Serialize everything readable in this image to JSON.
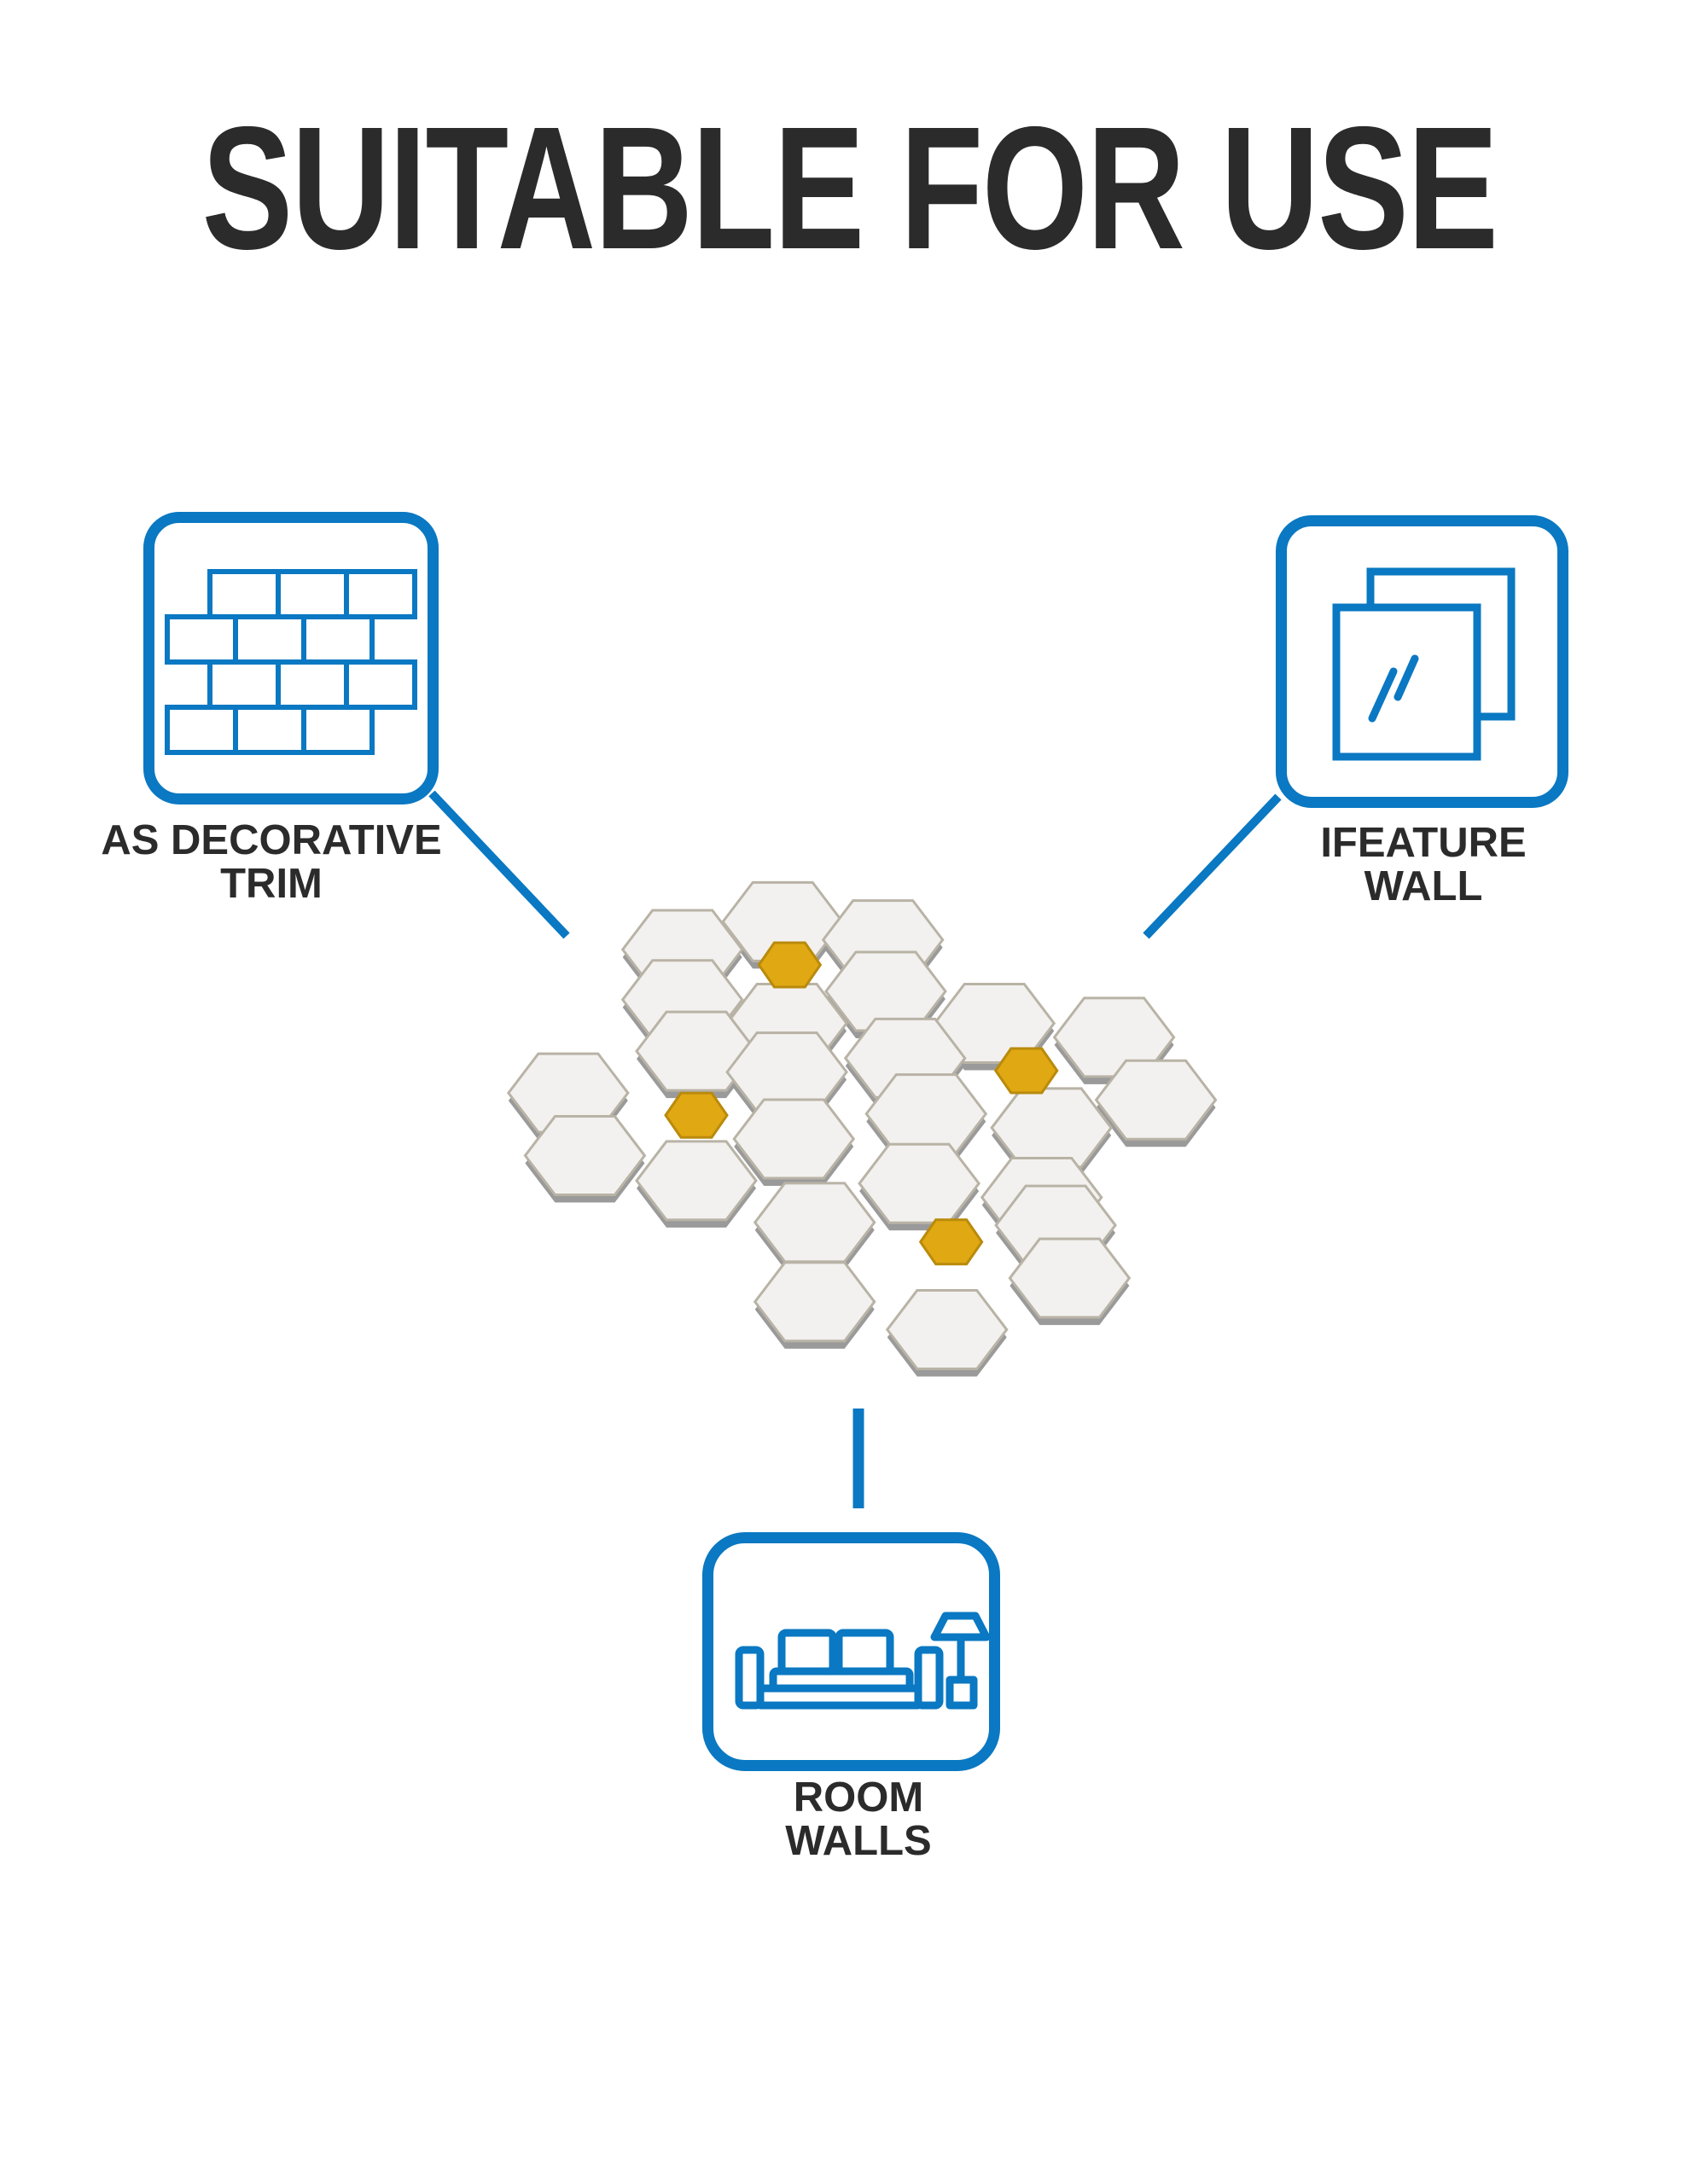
{
  "title": "SUITABLE FOR USE",
  "colors": {
    "accent": "#0a78c2",
    "text": "#2b2b2b",
    "gold": "#e0a812"
  },
  "uses": [
    {
      "icon": "brick-wall-icon",
      "line1": "AS DECORATIVE",
      "line2": "TRIM"
    },
    {
      "icon": "glass-panels-icon",
      "line1": "IFEATURE",
      "line2": "WALL"
    },
    {
      "icon": "sofa-lamp-icon",
      "line1": "ROOM",
      "line2": "WALLS"
    }
  ]
}
